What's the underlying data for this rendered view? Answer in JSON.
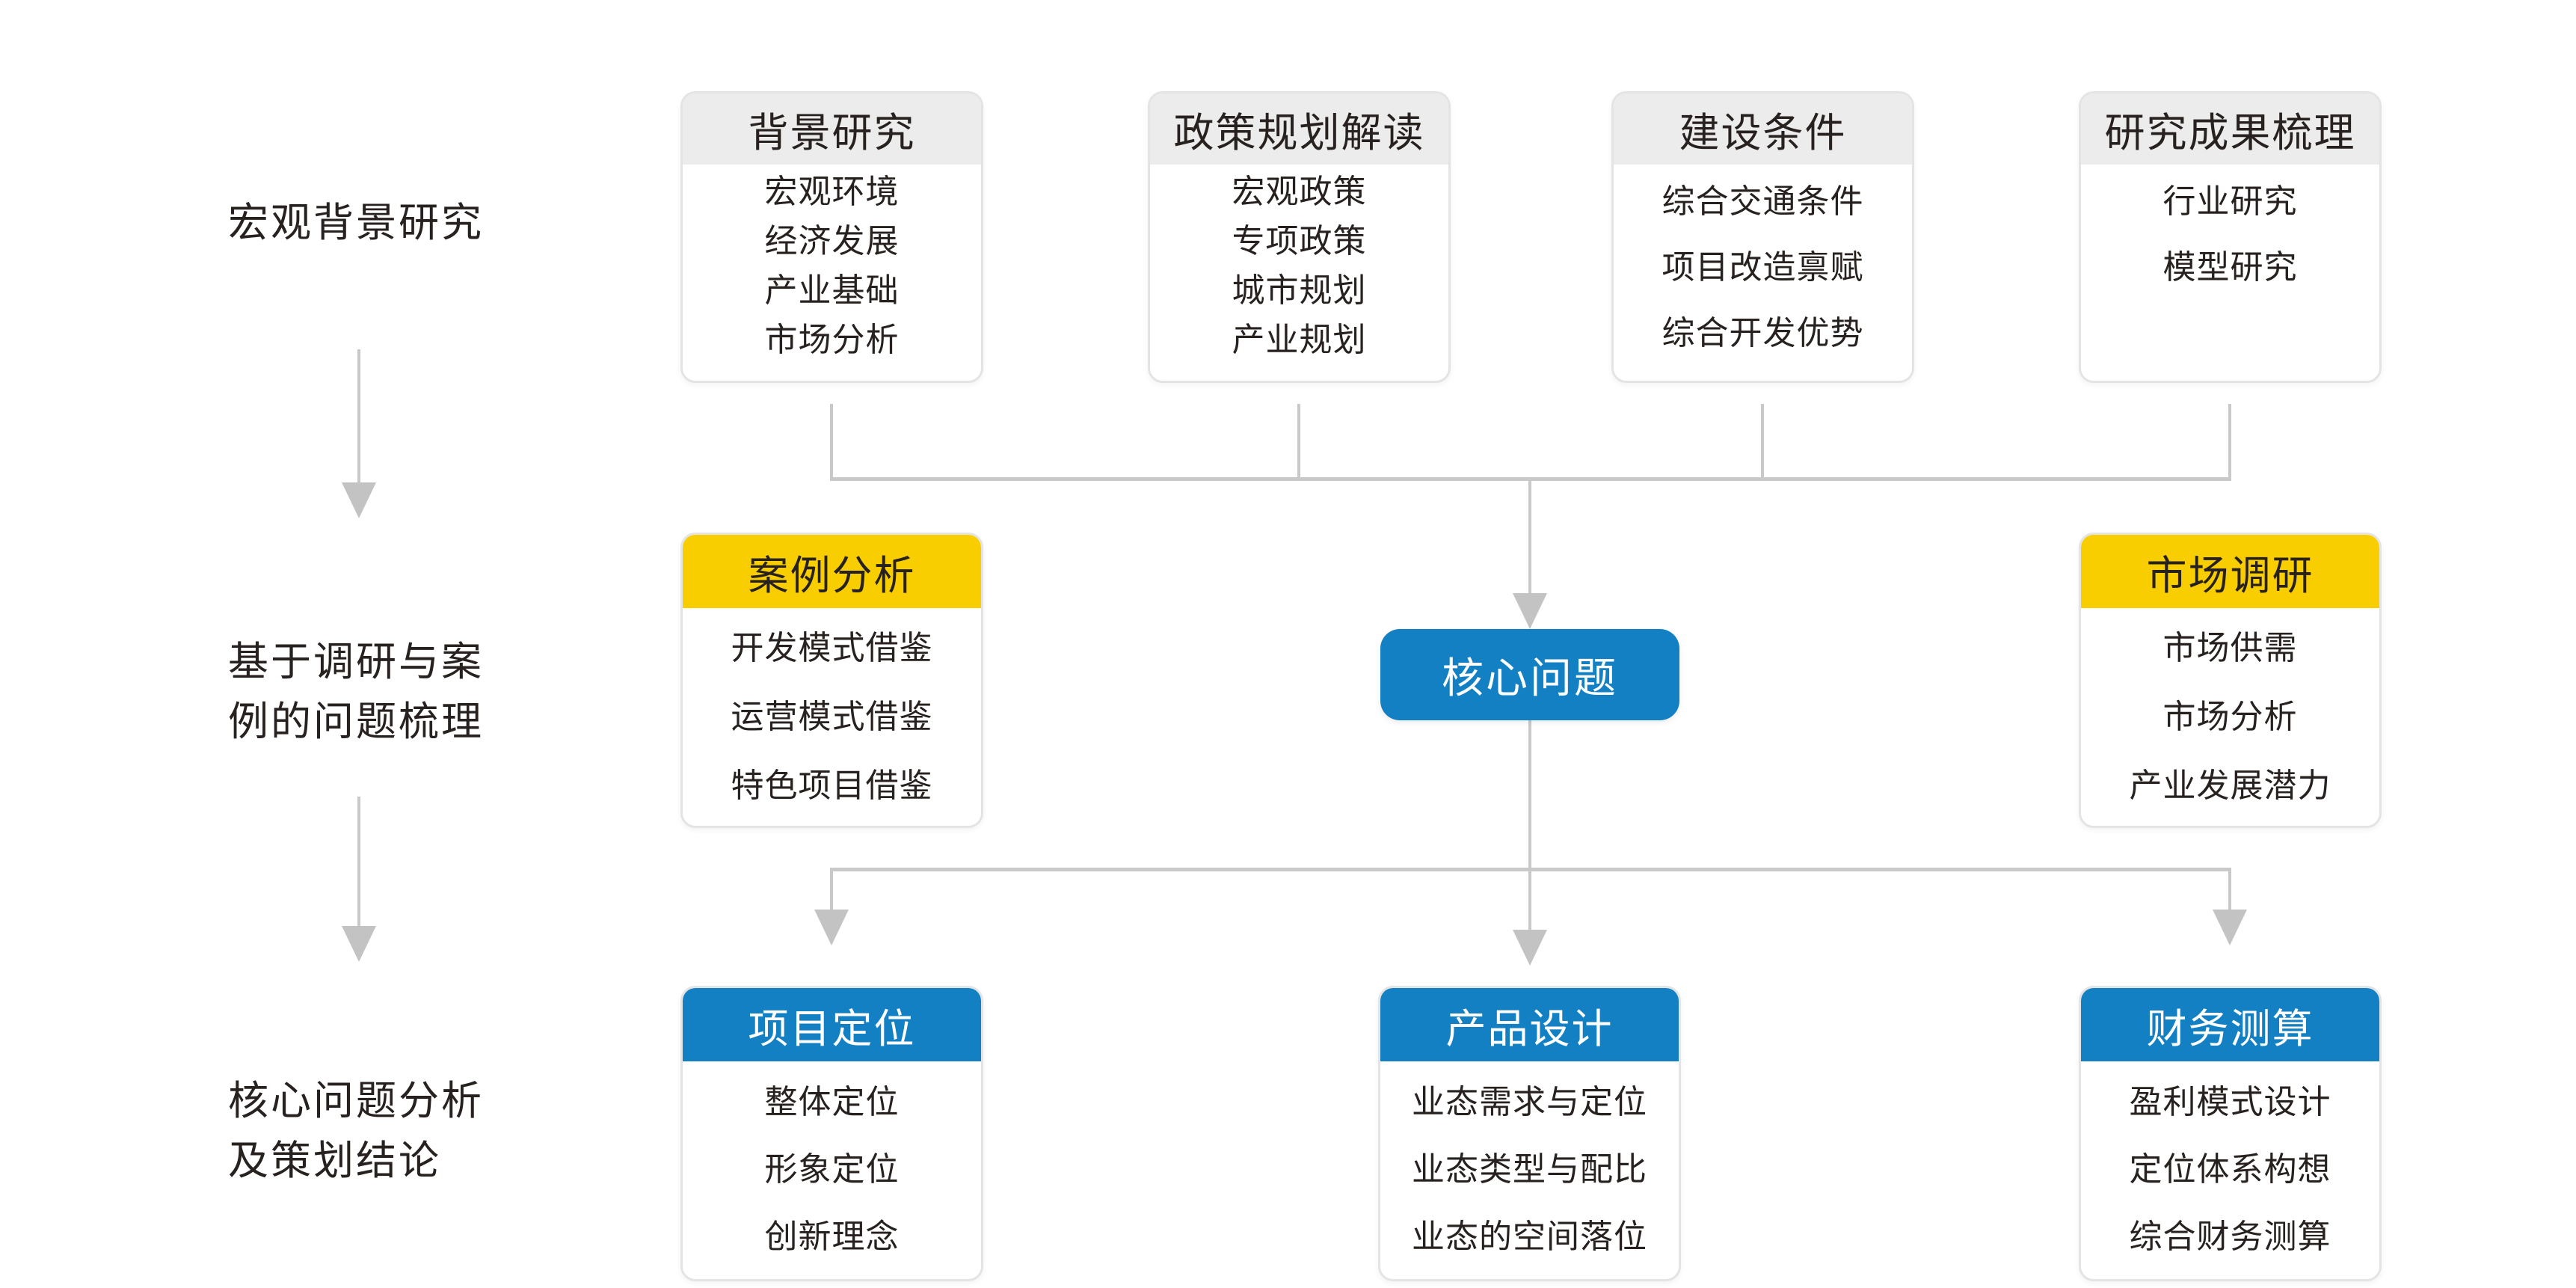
{
  "palette": {
    "accent_blue": "#1480C4",
    "accent_yellow": "#F9CE00",
    "header_gray": "#EDECEC",
    "box_border": "#E4E4E4",
    "connector_gray": "#C9C9C9",
    "text_dark": "#27211F"
  },
  "left_rail": {
    "stage1": {
      "lines": [
        "宏观背景研究"
      ]
    },
    "stage2": {
      "lines": [
        "基于调研与案",
        "例的问题梳理"
      ]
    },
    "stage3": {
      "lines": [
        "核心问题分析",
        "及策划结论"
      ]
    }
  },
  "top_boxes": [
    {
      "title": "背景研究",
      "items": [
        "宏观环境",
        "经济发展",
        "产业基础",
        "市场分析"
      ]
    },
    {
      "title": "政策规划解读",
      "items": [
        "宏观政策",
        "专项政策",
        "城市规划",
        "产业规划"
      ]
    },
    {
      "title": "建设条件",
      "items": [
        "综合交通条件",
        "项目改造禀赋",
        "综合开发优势"
      ]
    },
    {
      "title": "研究成果梳理",
      "items": [
        "行业研究",
        "模型研究"
      ]
    }
  ],
  "middle": {
    "left_box": {
      "title": "案例分析",
      "items": [
        "开发模式借鉴",
        "运营模式借鉴",
        "特色项目借鉴"
      ]
    },
    "core": {
      "label": "核心问题"
    },
    "right_box": {
      "title": "市场调研",
      "items": [
        "市场供需",
        "市场分析",
        "产业发展潜力"
      ]
    }
  },
  "bottom_boxes": [
    {
      "title": "项目定位",
      "items": [
        "整体定位",
        "形象定位",
        "创新理念"
      ]
    },
    {
      "title": "产品设计",
      "items": [
        "业态需求与定位",
        "业态类型与配比",
        "业态的空间落位"
      ]
    },
    {
      "title": "财务测算",
      "items": [
        "盈利模式设计",
        "定位体系构想",
        "综合财务测算"
      ]
    }
  ]
}
